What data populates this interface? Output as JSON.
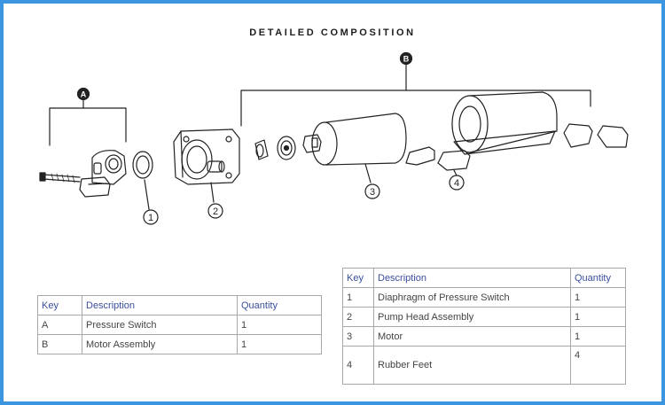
{
  "title": "DETAILED COMPOSITION",
  "group_labels": {
    "a": "A",
    "b": "B"
  },
  "callouts": [
    "1",
    "2",
    "3",
    "4"
  ],
  "table_groups": {
    "headers": [
      "Key",
      "Description",
      "Quantity"
    ],
    "rows": [
      {
        "key": "A",
        "description": "Pressure Switch",
        "quantity": "1"
      },
      {
        "key": "B",
        "description": "Motor Assembly",
        "quantity": "1"
      }
    ]
  },
  "table_parts": {
    "headers": [
      "Key",
      "Description",
      "Quantity"
    ],
    "rows": [
      {
        "key": "1",
        "description": "Diaphragm of Pressure Switch",
        "quantity": "1"
      },
      {
        "key": "2",
        "description": "Pump Head Assembly",
        "quantity": "1"
      },
      {
        "key": "3",
        "description": "Motor",
        "quantity": "1"
      },
      {
        "key": "4",
        "description": "Rubber Feet",
        "quantity": "4"
      }
    ]
  },
  "colors": {
    "frame": "#3b95e0",
    "header_text": "#3a4e9c",
    "ink": "#222222"
  }
}
